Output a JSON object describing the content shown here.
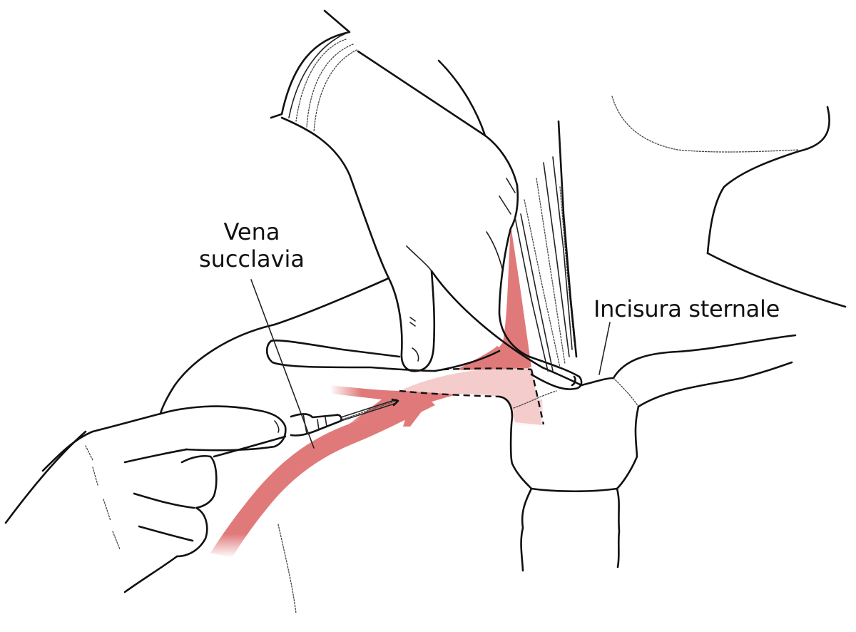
{
  "figure": {
    "type": "medical-illustration",
    "subject": "subclavian vein catheterization"
  },
  "labels": {
    "vena_succlavia": {
      "line1": "Vena",
      "line2": "succlavia"
    },
    "incisura_sternale": "Incisura sternale"
  },
  "colors": {
    "vein_dark": "#e07a7a",
    "vein_light": "#f4cccc",
    "ink": "#111111",
    "background": "#ffffff"
  }
}
